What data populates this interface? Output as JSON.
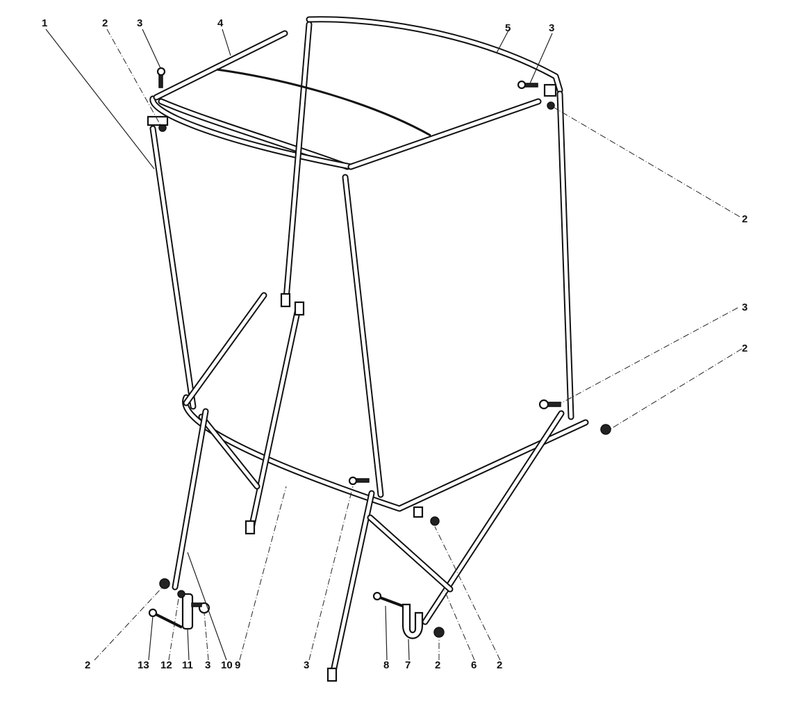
{
  "figure": {
    "callouts": [
      {
        "id": "c1",
        "text": "1"
      },
      {
        "id": "c2a",
        "text": "2"
      },
      {
        "id": "c3a",
        "text": "3"
      },
      {
        "id": "c4",
        "text": "4"
      },
      {
        "id": "c5",
        "text": "5"
      },
      {
        "id": "c3b",
        "text": "3"
      },
      {
        "id": "c2b",
        "text": "2"
      },
      {
        "id": "c3c",
        "text": "3"
      },
      {
        "id": "c2c",
        "text": "2"
      },
      {
        "id": "c2d",
        "text": "2"
      },
      {
        "id": "c13",
        "text": "13"
      },
      {
        "id": "c12",
        "text": "12"
      },
      {
        "id": "c11",
        "text": "11"
      },
      {
        "id": "c3d",
        "text": "3"
      },
      {
        "id": "c10",
        "text": "10"
      },
      {
        "id": "c9",
        "text": "9"
      },
      {
        "id": "c3e",
        "text": "3"
      },
      {
        "id": "c8",
        "text": "8"
      },
      {
        "id": "c7",
        "text": "7"
      },
      {
        "id": "c2e",
        "text": "2"
      },
      {
        "id": "c6",
        "text": "6"
      },
      {
        "id": "c2f",
        "text": "2"
      }
    ]
  }
}
